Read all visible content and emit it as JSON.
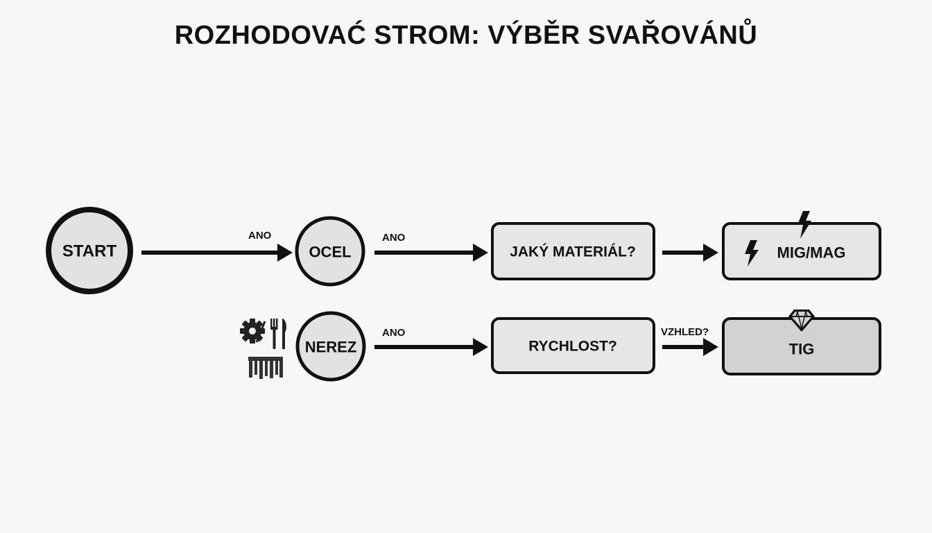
{
  "title": "ROZHODOVAĆ STROM: VÝBĚR SVAŘOVÁNŮ",
  "nodes": {
    "start": "START",
    "ocel": "OCEL",
    "nerez": "NEREZ",
    "material": "JAKÝ MATERIÁL?",
    "rychlost": "RYCHLOST?",
    "migmag": "MIG/MAG",
    "tig": "TIG"
  },
  "edges": {
    "start_ocel": "ANO",
    "ocel_material": "ANO",
    "nerez_rychlost": "ANO",
    "rychlost_tig": "VZHLED?"
  },
  "icons": {
    "migmag_top": "lightning-icon",
    "migmag_inline": "lightning-icon",
    "tig_top": "diamond-icon",
    "nerez_gear": "gear-icon",
    "nerez_cutlery": "cutlery-icon",
    "nerez_tools": "tools-icon"
  }
}
